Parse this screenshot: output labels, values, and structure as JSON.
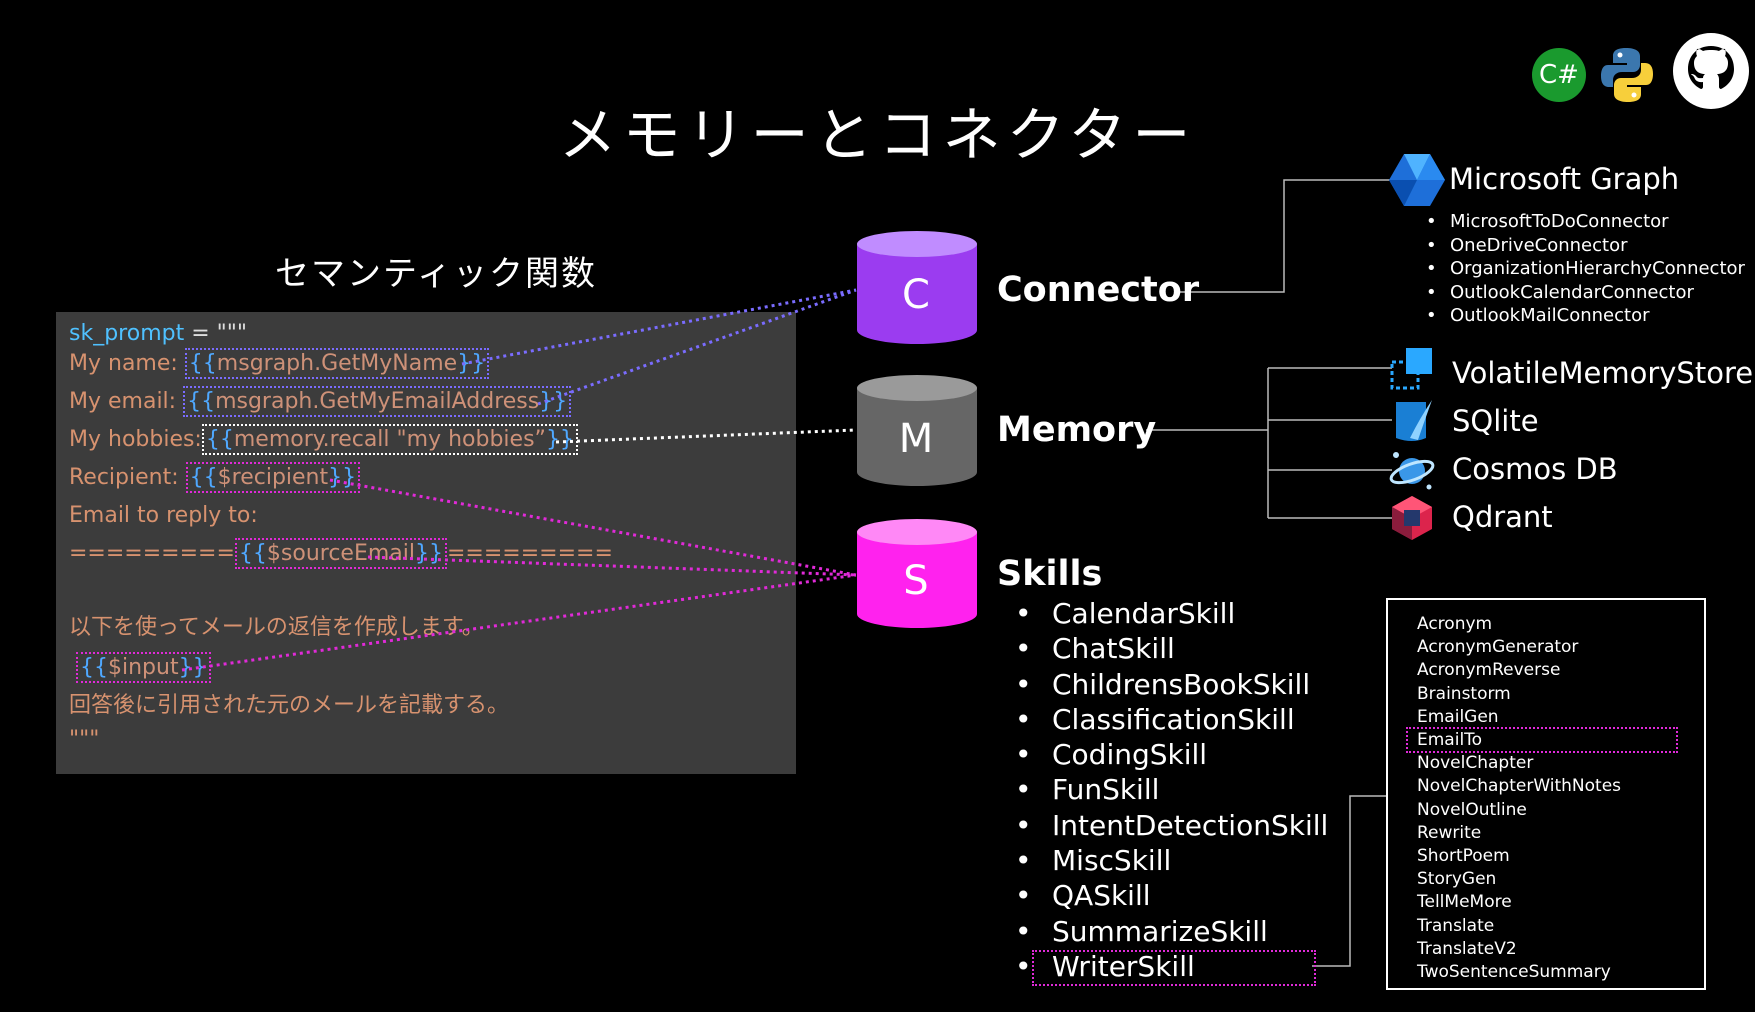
{
  "title": "メモリーとコネクター",
  "subtitle": "セマンティック関数",
  "code": {
    "line1_var": "sk_prompt",
    "line1_op": " = \"\"\"",
    "name_label": "My name: ",
    "name_brace_open": "{{",
    "name_func": "msgraph.GetMyName",
    "name_brace_close": "}}",
    "email_label": "My email: ",
    "email_brace_open": "{{",
    "email_func": "msgraph.GetMyEmailAddress",
    "email_brace_close": "}}",
    "hobbies_label": "My hobbies:",
    "hobbies_brace_open": "{{",
    "hobbies_func": "memory.recall \"my hobbies”",
    "hobbies_brace_close": "}}",
    "recipient_label": "Recipient: ",
    "recipient_brace_open": "{{",
    "recipient_var": "$recipient",
    "recipient_brace_close": "}}",
    "reply_label": "Email to reply to:",
    "sep_left": "=========",
    "source_brace_open": "{{",
    "source_var": "$sourceEmail",
    "source_brace_close": "}}",
    "sep_right": "=========",
    "instruction": "以下を使ってメールの返信を作成します。",
    "input_brace_open": "{{",
    "input_var": "$input",
    "input_brace_close": "}}",
    "footer_note": "回答後に引用された元のメールを記載する。",
    "end_quote": "\"\"\""
  },
  "databases": {
    "connector_letter": "C",
    "memory_letter": "M",
    "skills_letter": "S"
  },
  "headings": {
    "connector": "Connector",
    "memory": "Memory",
    "skills": "Skills"
  },
  "graph": {
    "title": "Microsoft Graph",
    "connectors": [
      "MicrosoftToDoConnector",
      "OneDriveConnector",
      "OrganizationHierarchyConnector",
      "OutlookCalendarConnector",
      "OutlookMailConnector"
    ]
  },
  "memory_stores": [
    {
      "label": "VolatileMemoryStore",
      "icon": "volatile-memory-icon"
    },
    {
      "label": "SQlite",
      "icon": "sqlite-icon"
    },
    {
      "label": "Cosmos DB",
      "icon": "cosmos-db-icon"
    },
    {
      "label": "Qdrant",
      "icon": "qdrant-icon"
    }
  ],
  "skills": [
    "CalendarSkill",
    "ChatSkill",
    "ChildrensBookSkill",
    "ClassificationSkill",
    "CodingSkill",
    "FunSkill",
    "IntentDetectionSkill",
    "MiscSkill",
    "QASkill",
    "SummarizeSkill",
    "WriterSkill"
  ],
  "writer_functions": [
    "Acronym",
    "AcronymGenerator",
    "AcronymReverse",
    "Brainstorm",
    "EmailGen",
    "EmailTo",
    "NovelChapter",
    "NovelChapterWithNotes",
    "NovelOutline",
    "Rewrite",
    "ShortPoem",
    "StoryGen",
    "TellMeMore",
    "Translate",
    "TranslateV2",
    "TwoSentenceSummary"
  ],
  "logos": {
    "csharp_text": "C#",
    "csharp_icon": "csharp-icon",
    "python_icon": "python-icon",
    "github_icon": "github-icon"
  },
  "colors": {
    "connector": "#9b3cf0",
    "memory": "#6b6b6b",
    "skills": "#ff22ee",
    "blue_dots": "#7a6cff",
    "white_dots": "#ffffff",
    "magenta_dots": "#e02ad8"
  }
}
